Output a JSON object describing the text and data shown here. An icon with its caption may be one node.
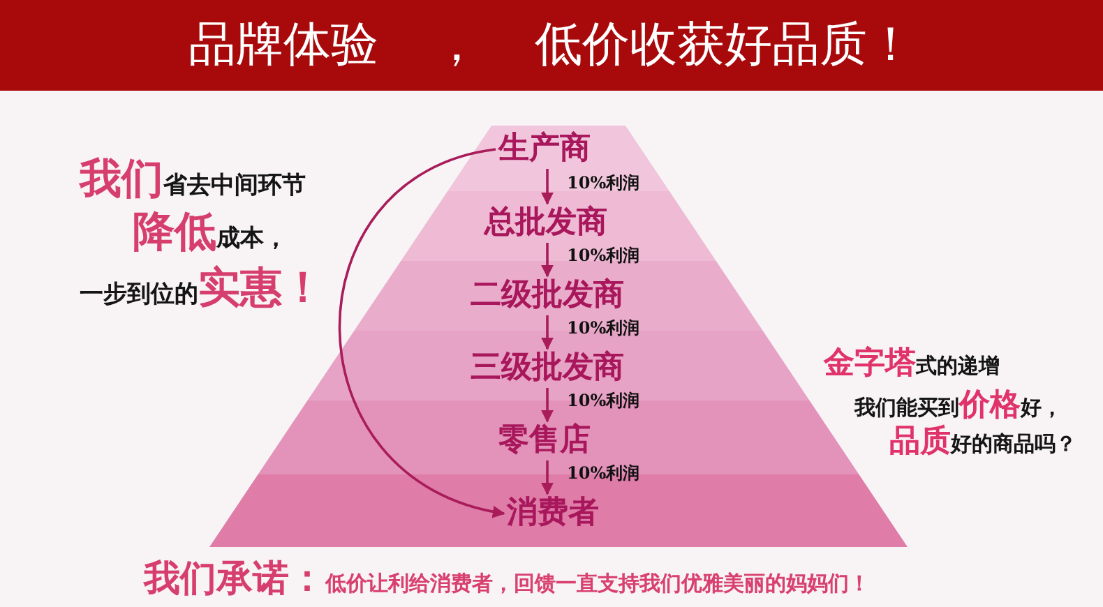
{
  "diagram": {
    "title": "品牌体验 ， 低价收获好品质！",
    "nodes": [
      {
        "text": [
          "生产商"
        ]
      },
      {
        "text": [
          "总批发商"
        ]
      },
      {
        "text": [
          "二级批发商"
        ]
      },
      {
        "text": [
          "三级批发商"
        ]
      },
      {
        "text": [
          "零售店"
        ]
      },
      {
        "text": [
          "消费者"
        ]
      }
    ],
    "edges": [
      {
        "from": 0,
        "to": 1,
        "arrow": "to",
        "label": "10%利润"
      },
      {
        "from": 1,
        "to": 2,
        "arrow": "to",
        "label": "10%利润"
      },
      {
        "from": 2,
        "to": 3,
        "arrow": "to",
        "label": "10%利润"
      },
      {
        "from": 3,
        "to": 4,
        "arrow": "to",
        "label": "10%利润"
      },
      {
        "from": 4,
        "to": 5,
        "arrow": "to",
        "label": "10%利润"
      },
      {
        "from": 0,
        "to": 5,
        "arrow": "to"
      }
    ],
    "labels": [
      "**我们**省去中间环节",
      "**降低**成本，",
      "一步到位的**实惠！**",
      "**金字塔**式的递增",
      "我们能买到**价格**好，",
      "**品质**好的商品吗？",
      "**我们承诺：**低价让利给消费者，回馈一直支持我们优雅美丽的妈妈们！"
    ]
  }
}
